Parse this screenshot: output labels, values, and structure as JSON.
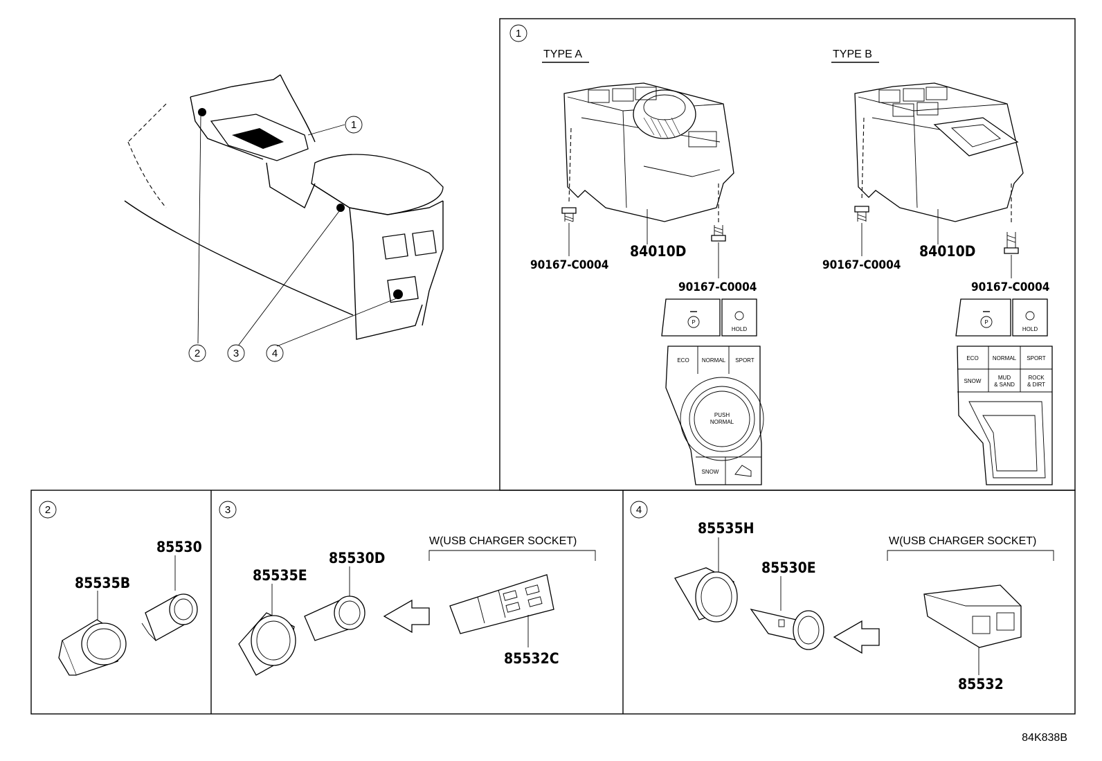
{
  "main_view": {
    "callouts": [
      "1",
      "2",
      "3",
      "4"
    ]
  },
  "panel1": {
    "index": "1",
    "type_a": {
      "label": "TYPE A",
      "assembly": "84010D",
      "screw_left": "90167-C0004",
      "screw_right": "90167-C0004",
      "buttons": [
        "ECO",
        "NORMAL",
        "SPORT",
        "SNOW",
        "HOLD"
      ],
      "dial_text_1": "PUSH",
      "dial_text_2": "NORMAL"
    },
    "type_b": {
      "label": "TYPE B",
      "assembly": "84010D",
      "screw_left": "90167-C0004",
      "screw_right": "90167-C0004",
      "buttons": [
        "ECO",
        "NORMAL",
        "SPORT",
        "SNOW",
        "MUD",
        "ROCK",
        "HOLD"
      ],
      "mud_line2": "& SAND",
      "rock_line2": "& DIRT"
    }
  },
  "panel2": {
    "index": "2",
    "part_a": "85535B",
    "part_b": "85530"
  },
  "panel3": {
    "index": "3",
    "part_a": "85535E",
    "part_b": "85530D",
    "usb_caption": "W(USB CHARGER SOCKET)",
    "usb_part": "85532C"
  },
  "panel4": {
    "index": "4",
    "part_a": "85535H",
    "part_b": "85530E",
    "usb_caption": "W(USB CHARGER SOCKET)",
    "usb_part": "85532"
  },
  "drawing_code": "84K838B"
}
